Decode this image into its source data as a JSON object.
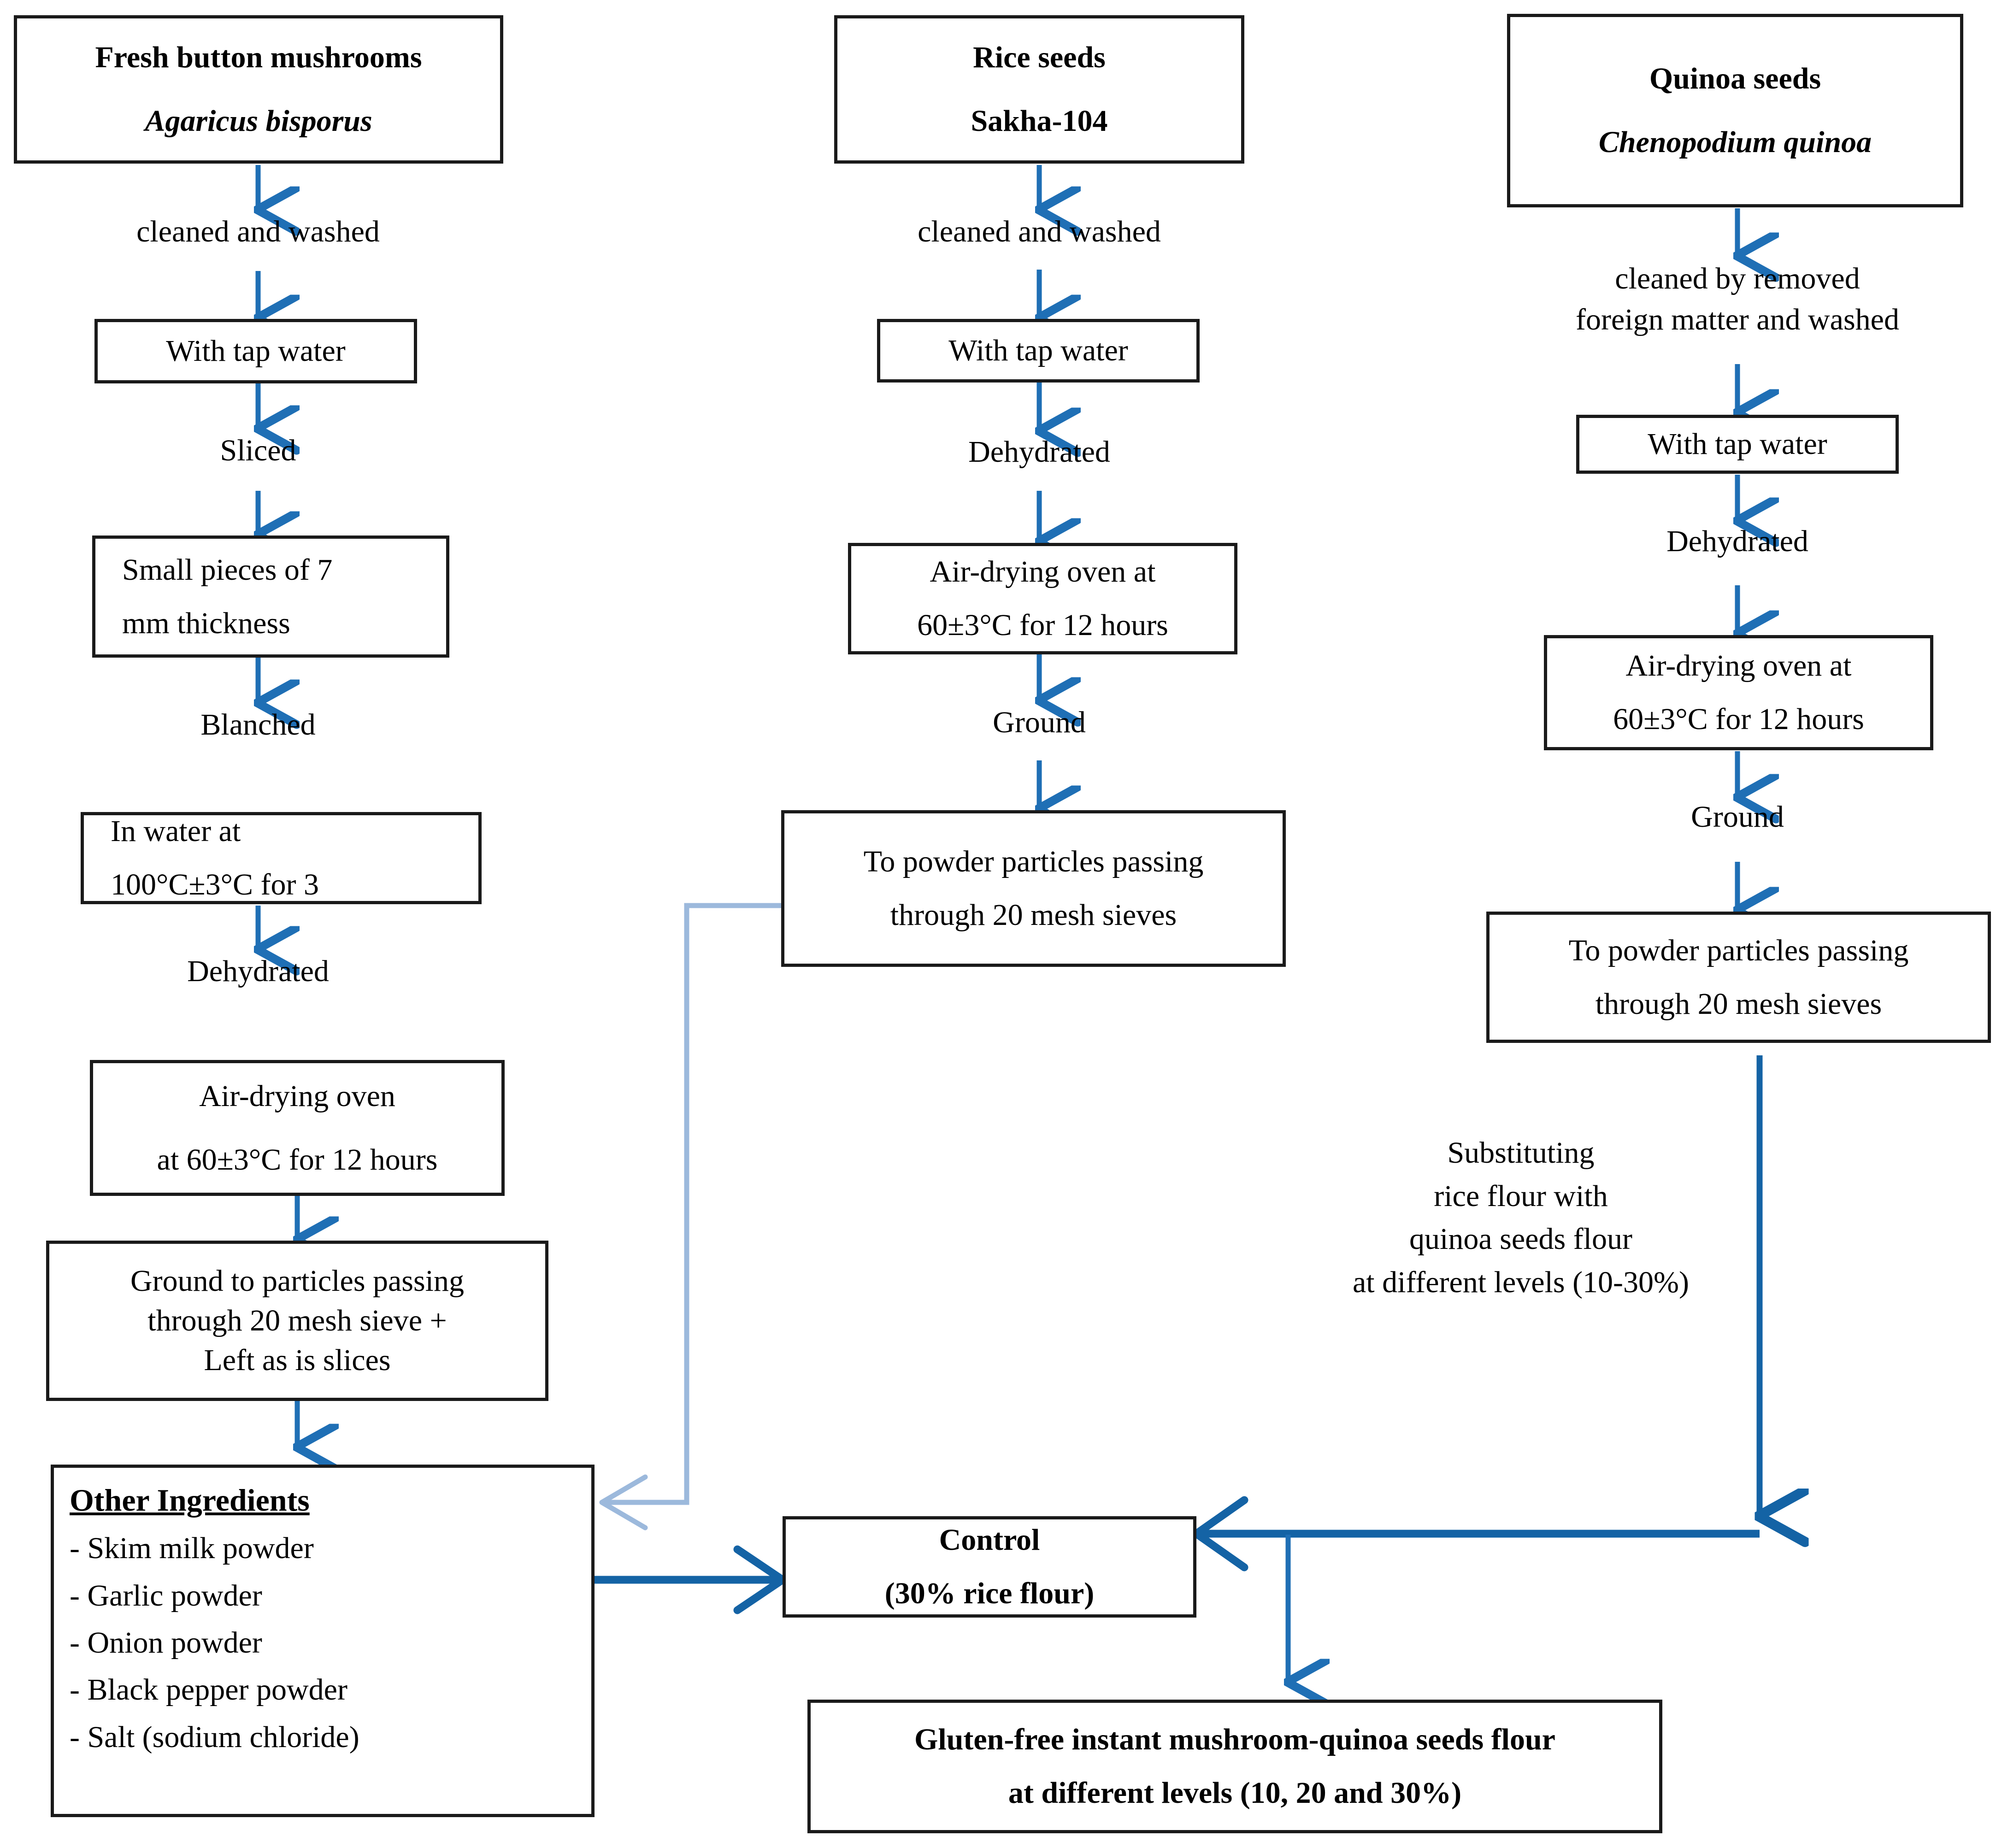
{
  "colors": {
    "arrow_dark": "#1F6FB5",
    "arrow_light": "#9CB9DC",
    "arrow_deep": "#1463A5",
    "box_border": "#1a1a1a",
    "background": "#ffffff"
  },
  "columns": {
    "mushroom": {
      "source": {
        "line1": "Fresh button mushrooms",
        "line2": "Agaricus bisporus"
      },
      "steps": [
        {
          "type": "label",
          "text": "cleaned and washed"
        },
        {
          "type": "box",
          "line1": "With tap water"
        },
        {
          "type": "label",
          "text": "Sliced"
        },
        {
          "type": "box",
          "line1": "Small pieces of 7",
          "line2": "mm thickness"
        },
        {
          "type": "label",
          "text": "Blanched"
        },
        {
          "type": "box",
          "line1": "In water at",
          "line2": "100°C±3°C for 3"
        },
        {
          "type": "label",
          "text": "Dehydrated"
        },
        {
          "type": "box",
          "line1": "Air-drying oven",
          "line2": "at 60±3°C for 12 hours"
        },
        {
          "type": "box",
          "line1": "Ground to particles passing",
          "line2": "through 20 mesh sieve +",
          "line3": "Left as is slices"
        }
      ]
    },
    "rice": {
      "source": {
        "line1": "Rice seeds",
        "line2": "Sakha-104"
      },
      "steps": [
        {
          "type": "label",
          "text": "cleaned and washed"
        },
        {
          "type": "box",
          "line1": "With tap water"
        },
        {
          "type": "label",
          "text": "Dehydrated"
        },
        {
          "type": "box",
          "line1": "Air-drying oven at",
          "line2": "60±3°C for 12 hours"
        },
        {
          "type": "label",
          "text": "Ground"
        },
        {
          "type": "box",
          "line1": "To powder particles passing",
          "line2": "through 20 mesh sieves"
        }
      ]
    },
    "quinoa": {
      "source": {
        "line1": "Quinoa seeds",
        "line2": "Chenopodium quinoa"
      },
      "steps": [
        {
          "type": "label",
          "text": "cleaned by removed\nforeign matter and washed"
        },
        {
          "type": "box",
          "line1": "With tap water"
        },
        {
          "type": "label",
          "text": "Dehydrated"
        },
        {
          "type": "box",
          "line1": "Air-drying oven at",
          "line2": "60±3°C for 12 hours"
        },
        {
          "type": "label",
          "text": "Ground"
        },
        {
          "type": "box",
          "line1": "To powder particles passing",
          "line2": "through 20 mesh sieves"
        }
      ],
      "edge_note": "Substituting\nrice flour with\nquinoa seeds flour\nat different levels (10-30%)"
    }
  },
  "other_ingredients": {
    "heading": "Other Ingredients",
    "items": [
      "- Skim milk powder",
      "- Garlic powder",
      "- Onion powder",
      "- Black pepper powder",
      "- Salt (sodium chloride)"
    ]
  },
  "control": {
    "line1": "Control",
    "line2": "(30% rice flour)"
  },
  "final_product": {
    "line1": "Gluten-free instant mushroom-quinoa seeds flour",
    "line2": "at different levels (10, 20 and 30%)"
  }
}
